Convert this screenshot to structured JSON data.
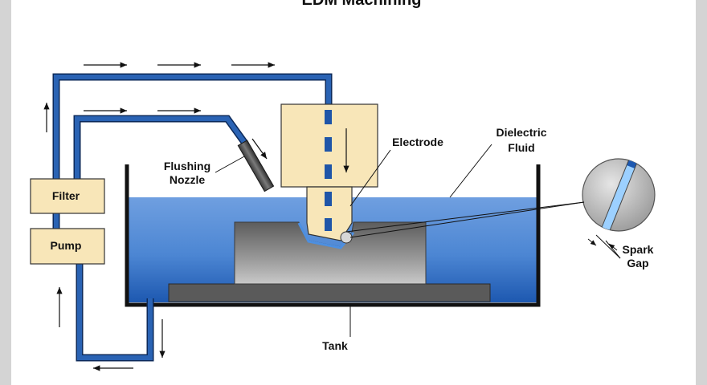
{
  "title": "EDM Machining",
  "labels": {
    "filter": "Filter",
    "pump": "Pump",
    "flushing_line1": "Flushing",
    "flushing_line2": "Nozzle",
    "electrode": "Electrode",
    "dielectric_line1": "Dielectric",
    "dielectric_line2": "Fluid",
    "spark_line1": "Spark",
    "spark_line2": "Gap",
    "tank": "Tank"
  },
  "colors": {
    "pipe": "#2a63b4",
    "pipe_outline": "#0d2a5a",
    "box_fill": "#f8e6b8",
    "fluid_top": "#6f9fe0",
    "fluid_bottom": "#1d58b0",
    "tank_wall": "#111111",
    "workpiece": "#8d8d8d",
    "base_plate": "#5a5a5a"
  }
}
